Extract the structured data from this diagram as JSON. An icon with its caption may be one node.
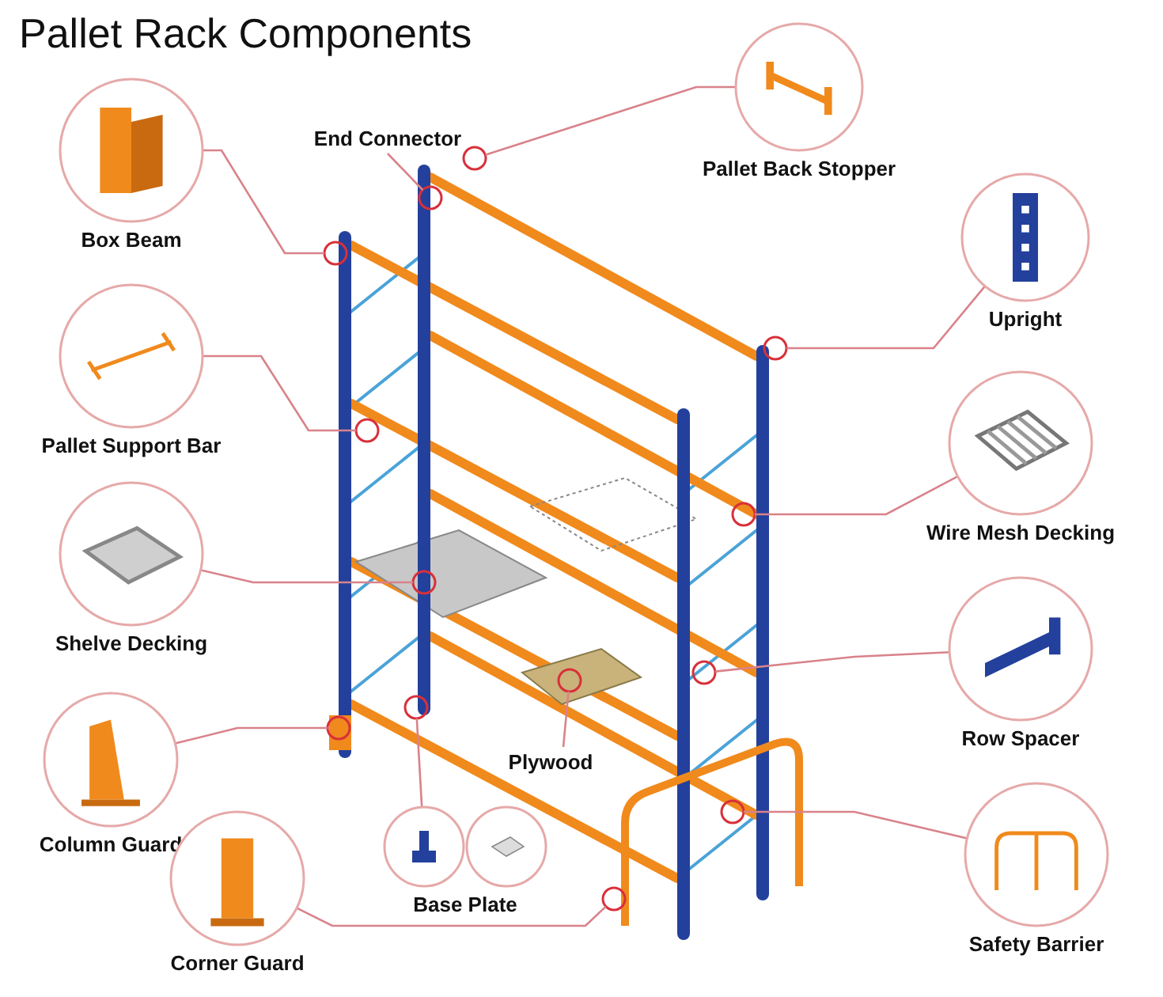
{
  "diagram": {
    "title": "Pallet Rack Components",
    "nodes": [
      {
        "text": [
          "Box Beam"
        ]
      },
      {
        "text": [
          "End Connector"
        ]
      },
      {
        "text": [
          "Pallet Back Stopper"
        ]
      },
      {
        "text": [
          "Upright"
        ]
      },
      {
        "text": [
          "Pallet Support Bar"
        ]
      },
      {
        "text": [
          "Wire Mesh Decking"
        ]
      },
      {
        "text": [
          "Shelve Decking"
        ]
      },
      {
        "text": [
          "Plywood"
        ]
      },
      {
        "text": [
          "Row Spacer"
        ]
      },
      {
        "text": [
          "Column Guard"
        ]
      },
      {
        "text": [
          "Base Plate"
        ]
      },
      {
        "text": [
          "Safety Barrier"
        ]
      },
      {
        "text": [
          "Corner Guard"
        ]
      },
      {
        "text": [],
        "shape": "circle"
      },
      {
        "text": [],
        "shape": "circle"
      },
      {
        "text": [],
        "shape": "circle"
      },
      {
        "text": [],
        "shape": "circle"
      },
      {
        "text": [],
        "shape": "circle"
      },
      {
        "text": [],
        "shape": "circle"
      },
      {
        "text": [],
        "shape": "circle"
      },
      {
        "text": [],
        "shape": "circle"
      },
      {
        "text": [],
        "shape": "circle"
      },
      {
        "text": [],
        "shape": "circle"
      },
      {
        "text": [],
        "shape": "circle"
      },
      {
        "text": [],
        "shape": "circle"
      },
      {
        "text": [],
        "shape": "circle"
      }
    ],
    "edges": [
      {
        "from": 0,
        "to": 13,
        "arrow": "none"
      },
      {
        "from": 1,
        "to": 14,
        "arrow": "none"
      },
      {
        "from": 2,
        "to": 15,
        "arrow": "none"
      },
      {
        "from": 3,
        "to": 16,
        "arrow": "none"
      },
      {
        "from": 4,
        "to": 17,
        "arrow": "none"
      },
      {
        "from": 5,
        "to": 18,
        "arrow": "none"
      },
      {
        "from": 6,
        "to": 19,
        "arrow": "none"
      },
      {
        "from": 7,
        "to": 20,
        "arrow": "none"
      },
      {
        "from": 8,
        "to": 21,
        "arrow": "none"
      },
      {
        "from": 9,
        "to": 22,
        "arrow": "none"
      },
      {
        "from": 10,
        "to": 23,
        "arrow": "none"
      },
      {
        "from": 11,
        "to": 24,
        "arrow": "none"
      },
      {
        "from": 12,
        "to": 25,
        "arrow": "none"
      }
    ]
  }
}
